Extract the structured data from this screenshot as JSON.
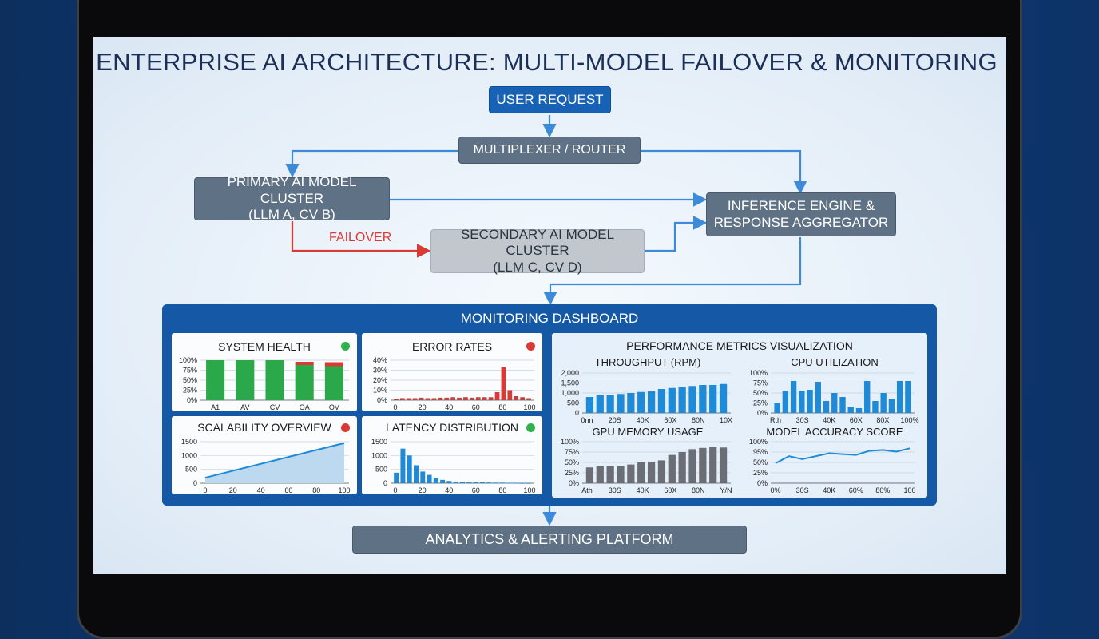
{
  "title": "ENTERPRISE AI ARCHITECTURE: MULTI-MODEL FAILOVER & MONITORING",
  "nodes": {
    "user_request": "USER REQUEST",
    "router": "MULTIPLEXER / ROUTER",
    "primary": [
      "PRIMARY AI MODEL CLUSTER",
      "(LLM A, CV B)"
    ],
    "secondary": [
      "SECONDARY AI MODEL CLUSTER",
      "(LLM C, CV D)"
    ],
    "inference": [
      "INFERENCE ENGINE &",
      "RESPONSE AGGREGATOR"
    ],
    "failover_label": "FAILOVER",
    "analytics": "ANALYTICS & ALERTING PLATFORM"
  },
  "dashboard": {
    "title": "MONITORING DASHBOARD",
    "performance_title": "PERFORMANCE METRICS VISUALIZATION"
  },
  "colors": {
    "ok": "#2fb24a",
    "alert": "#d93a36",
    "bar_blue": "#1f8ad6",
    "bar_green": "#2ba84a",
    "bar_red": "#d93a36",
    "bar_gray": "#6b6f75",
    "flow_blue": "#3d8ad8",
    "flow_red": "#d93a36"
  },
  "chart_data": [
    {
      "id": "system_health",
      "type": "bar",
      "title": "SYSTEM HEALTH",
      "status": "ok",
      "categories": [
        "A1",
        "AV",
        "CV",
        "OA",
        "OV"
      ],
      "series": [
        {
          "values": [
            100,
            100,
            100,
            88,
            85
          ]
        },
        {
          "values": [
            0,
            0,
            0,
            8,
            10
          ]
        }
      ],
      "yticks": [
        "100%",
        "75%",
        "50%",
        "25%",
        "0%"
      ],
      "ylim": [
        0,
        100
      ]
    },
    {
      "id": "error_rates",
      "type": "bar",
      "title": "ERROR RATES",
      "status": "alert",
      "x": [
        0,
        5,
        10,
        15,
        20,
        25,
        30,
        35,
        40,
        45,
        50,
        55,
        60,
        65,
        70,
        75,
        78,
        82,
        86,
        90,
        95,
        100
      ],
      "values": [
        1.5,
        2,
        2,
        2,
        2.5,
        2,
        2,
        2.5,
        2.5,
        3,
        2.5,
        3,
        2.5,
        3,
        3,
        3,
        8,
        33,
        10,
        4,
        3,
        2
      ],
      "xticks": [
        "0",
        "20",
        "40",
        "60",
        "80",
        "100"
      ],
      "yticks": [
        "40%",
        "30%",
        "20%",
        "10%",
        "0%"
      ],
      "ylim": [
        0,
        40
      ]
    },
    {
      "id": "scalability",
      "type": "area",
      "title": "SCALABILITY OVERVIEW",
      "status": "alert",
      "x": [
        0,
        100
      ],
      "values": [
        200,
        1450
      ],
      "xticks": [
        "0",
        "20",
        "40",
        "60",
        "80",
        "100"
      ],
      "yticks": [
        "1500",
        "1000",
        "500",
        "0"
      ],
      "ylim": [
        0,
        1500
      ]
    },
    {
      "id": "latency",
      "type": "bar",
      "title": "LATENCY DISTRIBUTION",
      "status": "ok",
      "x": [
        0,
        5,
        10,
        15,
        20,
        25,
        30,
        35,
        40,
        45,
        50,
        55,
        60,
        65,
        70,
        75,
        80,
        85,
        90,
        95,
        100
      ],
      "values": [
        380,
        1250,
        1000,
        650,
        420,
        300,
        200,
        120,
        80,
        60,
        50,
        40,
        30,
        30,
        25,
        20,
        20,
        15,
        15,
        10,
        10
      ],
      "xticks": [
        "0",
        "20",
        "40",
        "60",
        "80",
        "100"
      ],
      "yticks": [
        "1500",
        "1000",
        "500",
        "0"
      ],
      "ylim": [
        0,
        1500
      ]
    },
    {
      "id": "throughput",
      "type": "bar",
      "title": "THROUGHPUT (RPM)",
      "values": [
        800,
        900,
        900,
        950,
        1000,
        1050,
        1100,
        1200,
        1250,
        1300,
        1350,
        1400,
        1400,
        1450
      ],
      "xticks": [
        "0nn",
        "20S",
        "40K",
        "60X",
        "80N",
        "10X"
      ],
      "yticks": [
        "2,000",
        "1,500",
        "1,000",
        "500",
        "0"
      ],
      "ylim": [
        0,
        2000
      ]
    },
    {
      "id": "cpu",
      "type": "bar",
      "title": "CPU UTILIZATION",
      "values": [
        25,
        55,
        80,
        55,
        58,
        78,
        30,
        50,
        40,
        15,
        12,
        80,
        30,
        50,
        35,
        80,
        80
      ],
      "xticks": [
        "Rth",
        "30S",
        "40K",
        "60X",
        "80X",
        "100%"
      ],
      "yticks": [
        "100%",
        "75%",
        "50%",
        "25%",
        "0%"
      ],
      "ylim": [
        0,
        100
      ]
    },
    {
      "id": "gpu_memory",
      "type": "bar",
      "title": "GPU MEMORY USAGE",
      "values": [
        38,
        42,
        42,
        42,
        45,
        50,
        52,
        55,
        68,
        75,
        82,
        85,
        88,
        86
      ],
      "xticks": [
        "Ath",
        "30S",
        "40K",
        "60X",
        "80N",
        "Y/N"
      ],
      "yticks": [
        "100%",
        "75%",
        "50%",
        "25%",
        "0%"
      ],
      "ylim": [
        0,
        100
      ]
    },
    {
      "id": "accuracy",
      "type": "line",
      "title": "MODEL ACCURACY SCORE",
      "x": [
        0,
        10,
        20,
        30,
        40,
        50,
        60,
        70,
        80,
        90,
        100
      ],
      "values": [
        48,
        65,
        58,
        65,
        72,
        70,
        68,
        78,
        80,
        76,
        84
      ],
      "xticks": [
        "0%",
        "30S",
        "40K",
        "60%",
        "80%",
        "100"
      ],
      "yticks": [
        "100%",
        "95%",
        "50%",
        "25%",
        "0%"
      ],
      "ylim": [
        0,
        100
      ]
    }
  ]
}
